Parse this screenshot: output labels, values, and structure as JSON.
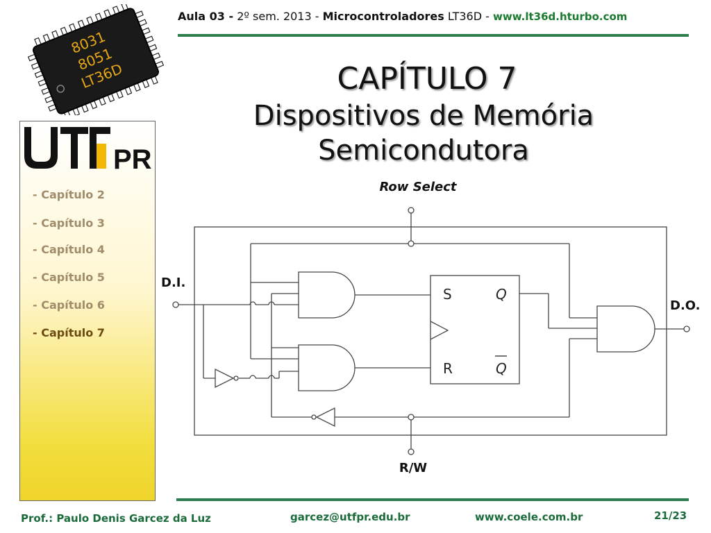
{
  "header": {
    "aula": "Aula 03 -",
    "semester": "2º sem. 2013 -",
    "course": "Microcontroladores",
    "code": "LT36D -",
    "url": "www.lt36d.hturbo.com"
  },
  "chip_logo": {
    "line1": "8031",
    "line2": "8051",
    "line3": "LT36D"
  },
  "title": {
    "chapter": "CAPÍTULO 7",
    "subtitle_line1": "Dispositivos de Memória",
    "subtitle_line2": "Semicondutora"
  },
  "sidebar": {
    "logo_text": "UTFPR",
    "items": [
      {
        "label": "- Capítulo 2"
      },
      {
        "label": "- Capítulo 3"
      },
      {
        "label": "- Capítulo 4"
      },
      {
        "label": "- Capítulo 5"
      },
      {
        "label": "- Capítulo 6"
      },
      {
        "label": "- Capítulo 7",
        "active": true
      }
    ]
  },
  "diagram": {
    "row_select": "Row Select",
    "data_in": "D.I.",
    "data_out": "D.O.",
    "rw": "R/W",
    "ff_s": "S",
    "ff_r": "R",
    "ff_q": "Q",
    "ff_qbar": "Q"
  },
  "footer": {
    "professor": "Prof.: Paulo Denis Garcez da Luz",
    "email": "garcez@utfpr.edu.br",
    "website": "www.coele.com.br",
    "page": "21/23"
  },
  "colors": {
    "accent_green": "#2e7d4f",
    "footer_text": "#1a6a3a",
    "sidebar_yellow": "#efd42a",
    "chip_label": "#e6a817"
  }
}
